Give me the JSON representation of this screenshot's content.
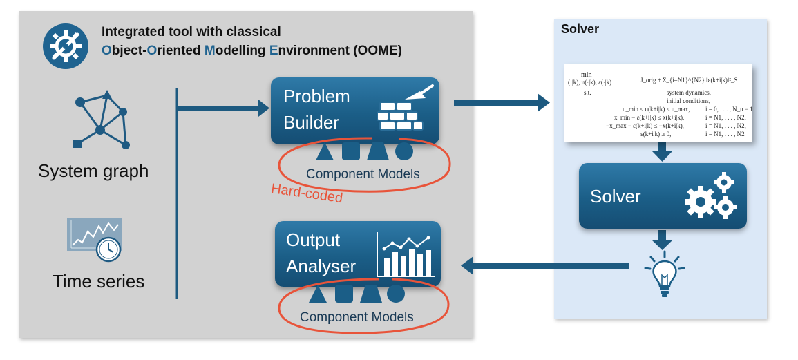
{
  "header": {
    "line1": "Integrated tool with classical",
    "line2": {
      "o1": "O",
      "t1": "bject-",
      "o2": "O",
      "t2": "riented ",
      "m": "M",
      "t3": "odelling ",
      "e": "E",
      "t4": "nvironment (OOME)"
    }
  },
  "left_items": {
    "system_graph": "System graph",
    "time_series": "Time series"
  },
  "problem_builder": {
    "line1": "Problem",
    "line2": "Builder"
  },
  "output_analyser": {
    "line1": "Output",
    "line2": "Analyser"
  },
  "component_models_top": "Component Models",
  "component_models_bottom": "Component Models",
  "hard_coded": "Hard-coded",
  "solver_panel": {
    "title": "Solver",
    "box_label": "Solver"
  },
  "equation": {
    "min": "min",
    "vars": "·(·|k), u(·|k), ε(·|k)",
    "objective": "J_orig + Σ_{i=N1}^{N2} ‖ε(k+i|k)‖²_S",
    "st": "s.t.",
    "c1": "system dynamics,",
    "c2": "initial conditions,",
    "c3": "u_min ≤ u(k+i|k) ≤ u_max,",
    "c3r": "i = 0, . . . , N_u − 1,",
    "c4": "x_min − ε(k+i|k) ≤ x(k+i|k),",
    "c4r": "i = N1, . . . , N2,",
    "c5": "−x_max − ε(k+i|k) ≤ −x(k+i|k),",
    "c5r": "i = N1, . . . , N2,",
    "c6": "ε(k+i|k) ≥ 0,",
    "c6r": "i = N1, . . . , N2"
  },
  "colors": {
    "box": "#1b5e87",
    "arrow": "#1d5a80",
    "highlight": "#1f6390",
    "ellipse": "#e8543a",
    "left_panel": "#d2d2d2",
    "right_panel": "#dbe8f7"
  },
  "icons": [
    "settings-gear-icon",
    "system-graph-icon",
    "time-series-icon",
    "brick-wall-icon",
    "bar-chart-icon",
    "gears-icon",
    "lightbulb-icon"
  ]
}
